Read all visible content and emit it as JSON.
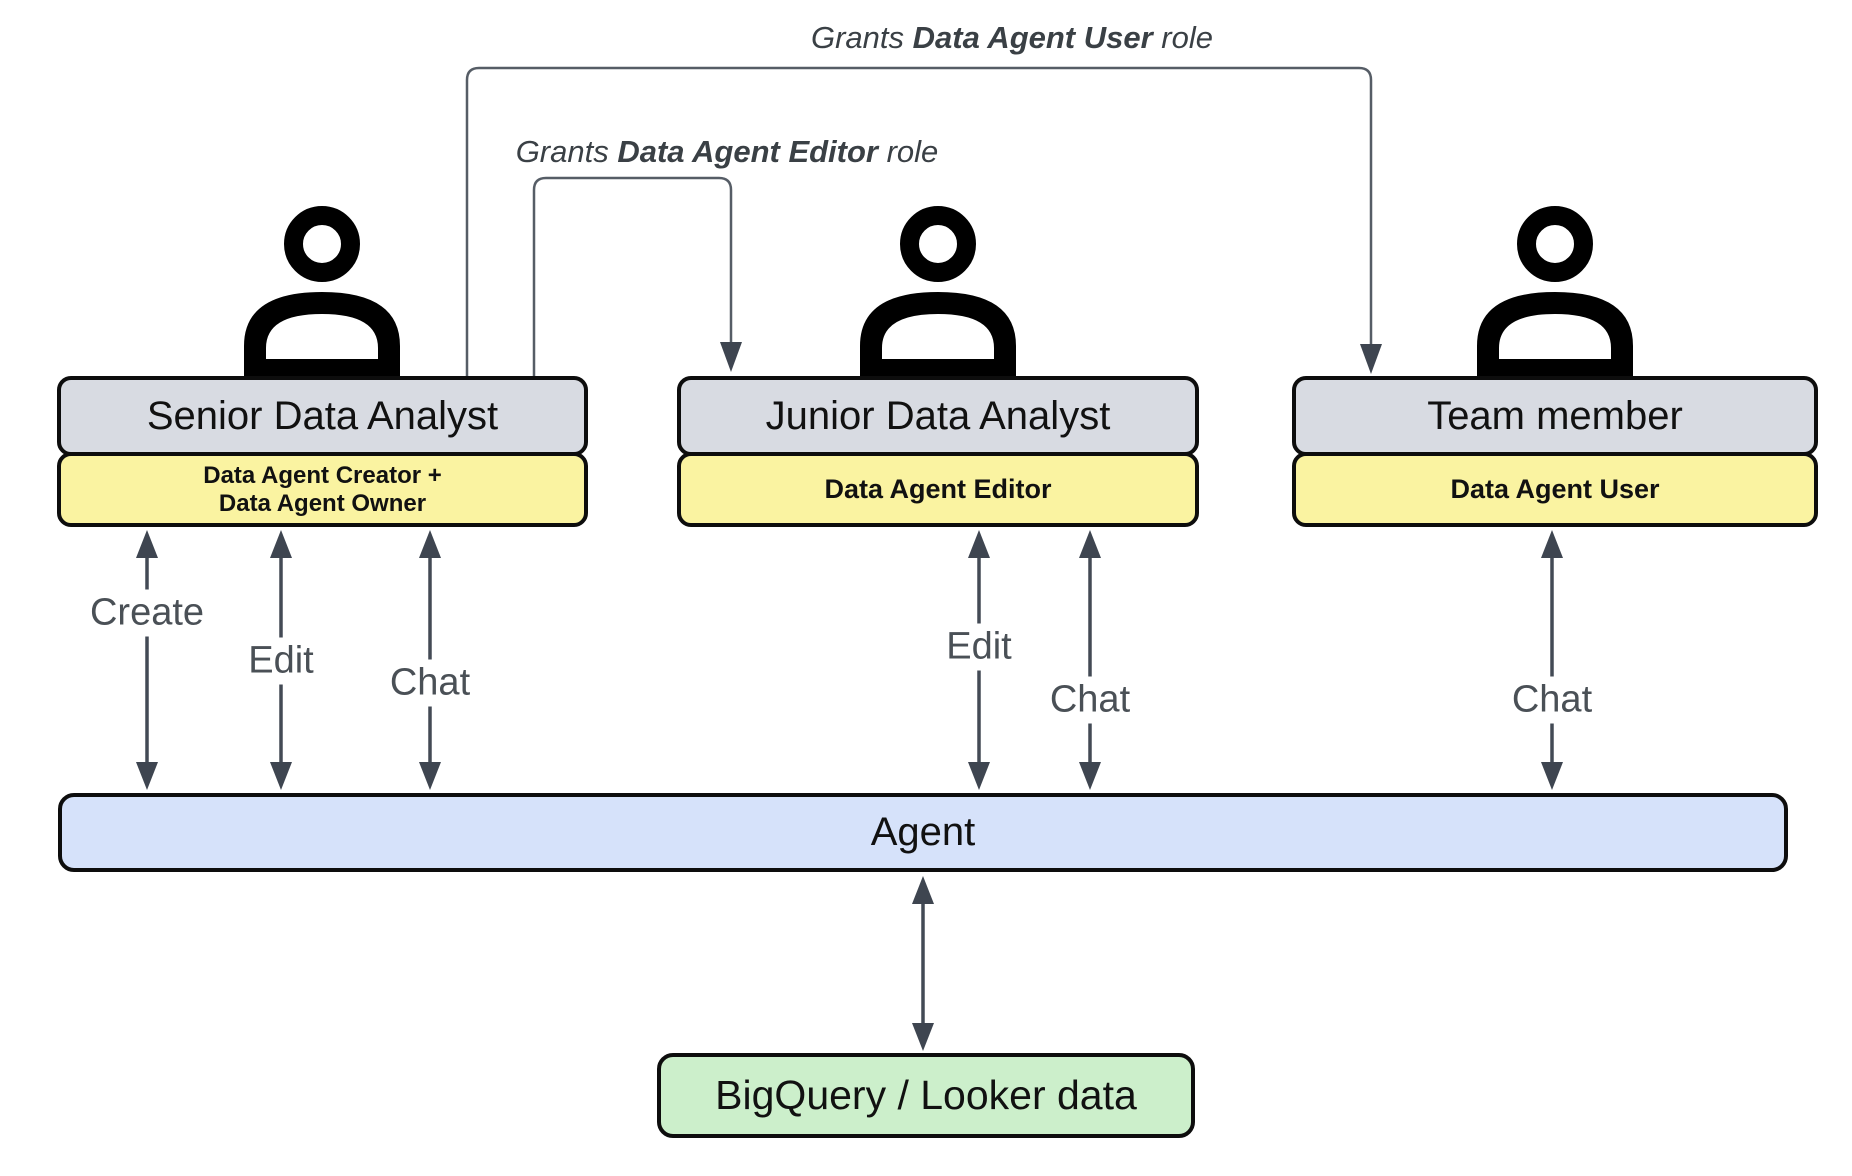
{
  "diagram": {
    "grants": {
      "user_role": {
        "prefix": "Grants ",
        "bold": "Data Agent User",
        "suffix": " role"
      },
      "editor_role": {
        "prefix": "Grants ",
        "bold": "Data Agent Editor",
        "suffix": " role"
      }
    },
    "actors": [
      {
        "name": "Senior Data Analyst",
        "role_line1": "Data Agent Creator +",
        "role_line2": "Data Agent Owner",
        "actions": [
          "Create",
          "Edit",
          "Chat"
        ]
      },
      {
        "name": "Junior Data Analyst",
        "role": "Data Agent Editor",
        "actions": [
          "Edit",
          "Chat"
        ]
      },
      {
        "name": "Team member",
        "role": "Data Agent User",
        "actions": [
          "Chat"
        ]
      }
    ],
    "agent": {
      "label": "Agent"
    },
    "datastore": {
      "label": "BigQuery / Looker data"
    },
    "colors": {
      "actor_box_fill": "#d8dbe2",
      "role_box_fill": "#faf3a1",
      "agent_box_fill": "#d6e2fa",
      "datastore_box_fill": "#ccefcb",
      "box_border": "#0d0d0d",
      "arrow": "#3e4550",
      "connector_line": "#565d66",
      "action_label_text": "#4a5056",
      "grant_label_text": "#3a4045"
    }
  }
}
